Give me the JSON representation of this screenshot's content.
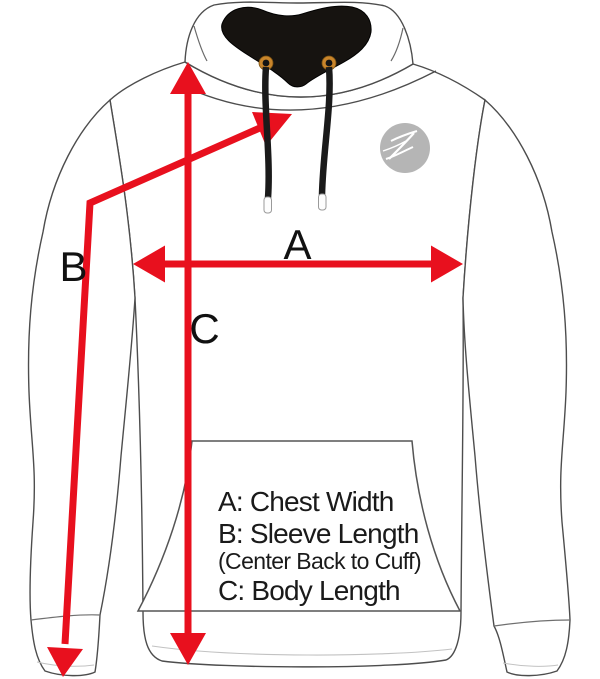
{
  "labels": {
    "a": "A",
    "b": "B",
    "c": "C"
  },
  "legend": {
    "a": "A: Chest Width",
    "b": "B: Sleeve Length",
    "b_note": "(Center Back to Cuff)",
    "c": "C: Body Length"
  },
  "measurements": [
    {
      "key": "A",
      "name": "Chest Width"
    },
    {
      "key": "B",
      "name": "Sleeve Length",
      "note": "Center Back to Cuff"
    },
    {
      "key": "C",
      "name": "Body Length"
    }
  ],
  "colors": {
    "arrow_red": "#e8101e",
    "outline_gray": "#4d4d4d",
    "hood_lining_black": "#161310",
    "logo_circle_gray": "#b5b5b5",
    "eyelet_gold": "#c9852b",
    "background": "#ffffff"
  }
}
